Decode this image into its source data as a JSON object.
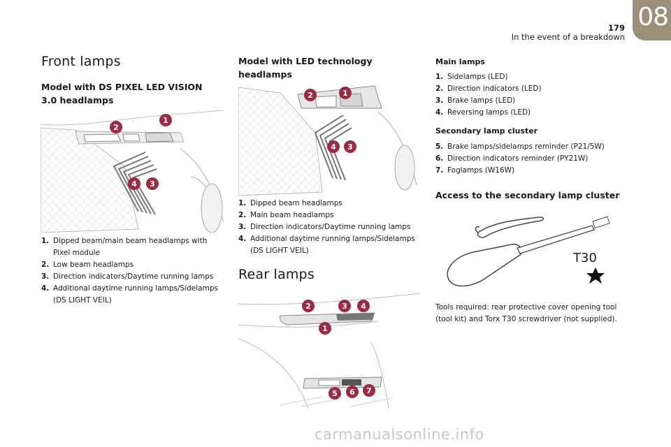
{
  "header": {
    "page_number": "179",
    "section_title": "In the event of a breakdown",
    "chapter": "08"
  },
  "col1": {
    "title": "Front lamps",
    "subtitle": "Model with DS PIXEL LED VISION 3.0 headlamps",
    "items": [
      {
        "n": "1.",
        "text": "Dipped beam/main beam headlamps with Pixel module"
      },
      {
        "n": "2.",
        "text": "Low beam headlamps"
      },
      {
        "n": "3.",
        "text": "Direction indicators/Daytime running lamps"
      },
      {
        "n": "4.",
        "text": "Additional daytime running lamps/Sidelamps (DS LIGHT VEIL)"
      }
    ]
  },
  "col2": {
    "subtitle": "Model with LED technology headlamps",
    "items": [
      {
        "n": "1.",
        "text": "Dipped beam headlamps"
      },
      {
        "n": "2.",
        "text": "Main beam headlamps"
      },
      {
        "n": "3.",
        "text": "Direction indicators/Daytime running lamps"
      },
      {
        "n": "4.",
        "text": "Additional daytime running lamps/Sidelamps (DS LIGHT VEIL)"
      }
    ],
    "rear_title": "Rear lamps"
  },
  "col3": {
    "main_title": "Main lamps",
    "main_items": [
      {
        "n": "1.",
        "text": "Sidelamps (LED)"
      },
      {
        "n": "2.",
        "text": "Direction indicators (LED)"
      },
      {
        "n": "3.",
        "text": "Brake lamps (LED)"
      },
      {
        "n": "4.",
        "text": "Reversing lamps (LED)"
      }
    ],
    "secondary_title": "Secondary lamp cluster",
    "secondary_items": [
      {
        "n": "5.",
        "text": "Brake lamps/sidelamps reminder (P21/5W)"
      },
      {
        "n": "6.",
        "text": "Direction indicators reminder (PY21W)"
      },
      {
        "n": "7.",
        "text": "Foglamps (W16W)"
      }
    ],
    "access_title": "Access to the secondary lamp cluster",
    "tool_label": "T30",
    "tools_text": "Tools required: rear protective cover opening tool (tool kit) and Torx T30 screwdriver (not supplied)."
  },
  "badges": {
    "fig1": [
      "1",
      "2",
      "3",
      "4"
    ],
    "fig2": [
      "1",
      "2",
      "3",
      "4"
    ],
    "fig3": [
      "1",
      "2",
      "3",
      "4",
      "5",
      "6",
      "7"
    ]
  },
  "colors": {
    "badge": "#9b2a45",
    "chapter_tab": "#9c8f7a"
  },
  "watermark": "carmanualsonline.info"
}
